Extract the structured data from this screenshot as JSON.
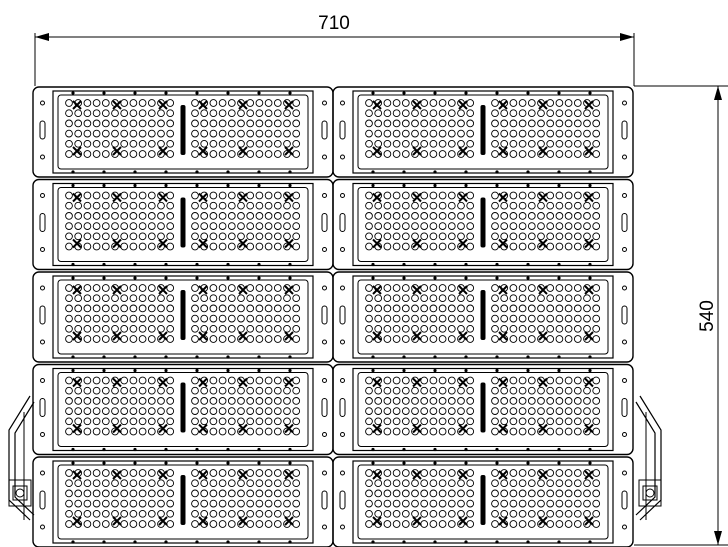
{
  "drawing": {
    "width_dimension": "710",
    "height_dimension": "540"
  },
  "layout": {
    "columns": 2,
    "rows": 5,
    "led_rows_per_half": 6,
    "leds_per_row": 12,
    "lens_markers_per_half": 6
  },
  "colors": {
    "line": "#000000",
    "background": "#ffffff"
  }
}
